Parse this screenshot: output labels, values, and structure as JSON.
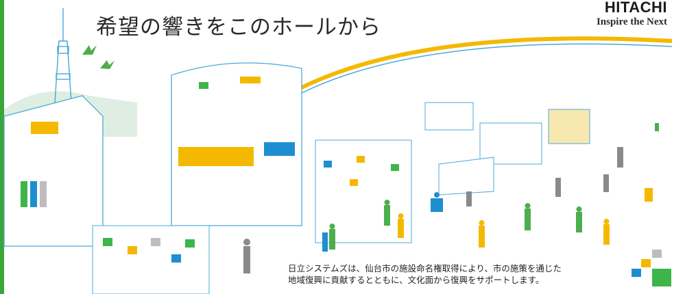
{
  "headline": "希望の響きをこのホールから",
  "brand": {
    "name": "HITACHI",
    "tagline": "Inspire the Next"
  },
  "body_copy": {
    "line1": "日立システムズは、仙台市の施設命名権取得により、市の施策を通じた",
    "line2": "地域復興に貢献するとともに、文化面から復興をサポートします。"
  },
  "colors": {
    "frame_green": "#3aa63a",
    "accent_blue": "#1d8fd0",
    "accent_yellow": "#f5b800",
    "accent_green": "#3db54a",
    "line_cyan": "#7fc8e8",
    "mosaic_gray": "#bdbdbd"
  }
}
